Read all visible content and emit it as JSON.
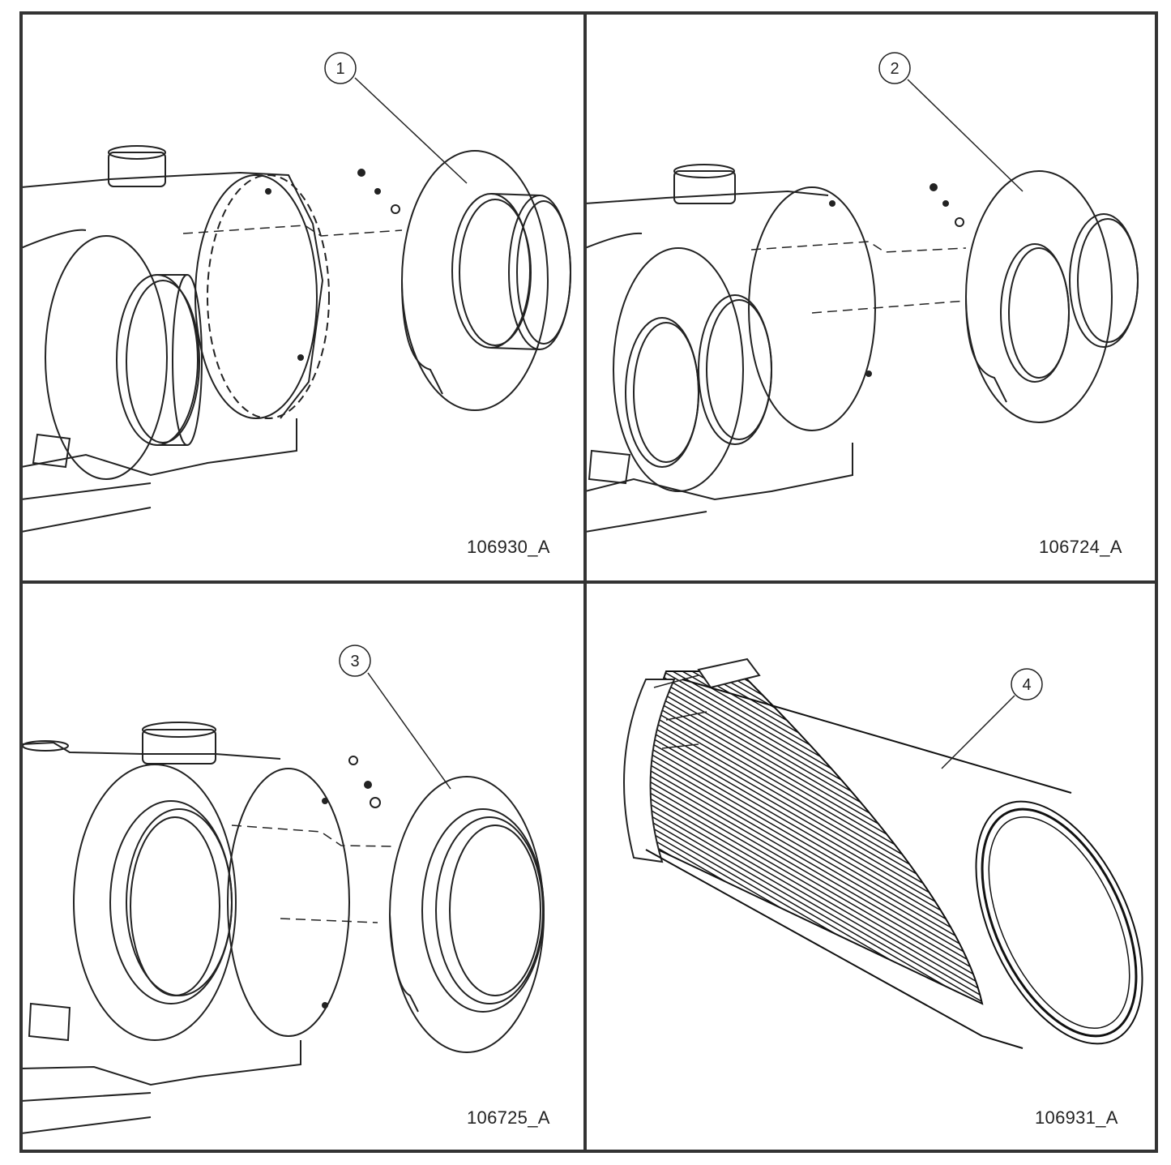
{
  "panels": [
    {
      "callout": "1",
      "drawing_number": "106930_A"
    },
    {
      "callout": "2",
      "drawing_number": "106724_A"
    },
    {
      "callout": "3",
      "drawing_number": "106725_A"
    },
    {
      "callout": "4",
      "drawing_number": "106931_A"
    }
  ],
  "colors": {
    "line": "#222222",
    "hose": "#111111",
    "background": "#ffffff",
    "frame": "#333333"
  }
}
